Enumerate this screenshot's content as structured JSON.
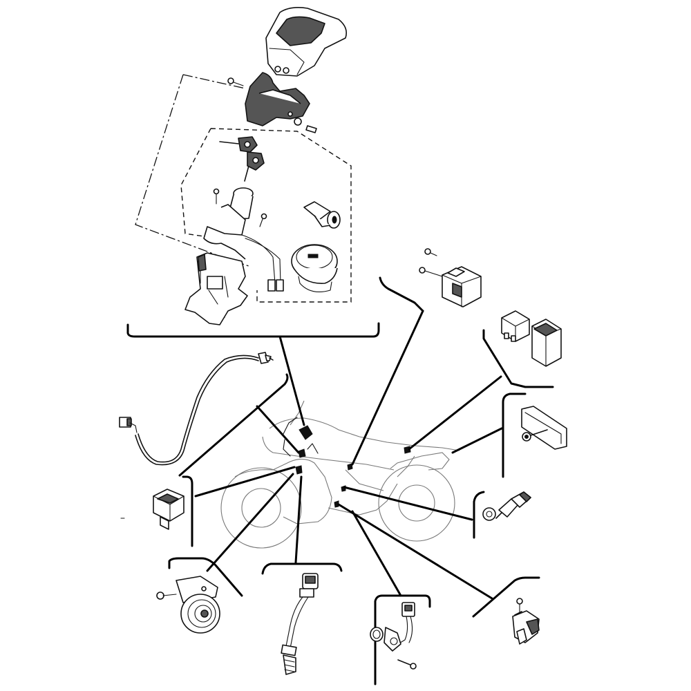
{
  "diagram": {
    "components": [
      {
        "id": "handle-cover",
        "icon": "handle-cover-icon"
      },
      {
        "id": "ignition-cover",
        "icon": "ignition-cover-icon"
      },
      {
        "id": "keys",
        "icon": "key-icon"
      },
      {
        "id": "main-switch",
        "icon": "ignition-switch-icon"
      },
      {
        "id": "seat-lock",
        "icon": "seat-lock-icon"
      },
      {
        "id": "fuel-cap",
        "icon": "fuel-cap-icon"
      },
      {
        "id": "bracket",
        "icon": "bracket-icon"
      },
      {
        "id": "relay-assembly",
        "icon": "relay-icon"
      },
      {
        "id": "relay-pair",
        "icon": "relay-pair-icon"
      },
      {
        "id": "plate-sensor",
        "icon": "plate-sensor-icon"
      },
      {
        "id": "temp-sensor",
        "icon": "temperature-sensor-icon"
      },
      {
        "id": "speed-sensor",
        "icon": "speed-sensor-icon"
      },
      {
        "id": "crank-sensor",
        "icon": "crank-sensor-icon"
      },
      {
        "id": "o2-sensor",
        "icon": "oxygen-sensor-icon"
      },
      {
        "id": "horn",
        "icon": "horn-icon"
      },
      {
        "id": "left-relay",
        "icon": "relay-icon"
      },
      {
        "id": "brake-switch",
        "icon": "brake-switch-icon"
      }
    ]
  }
}
